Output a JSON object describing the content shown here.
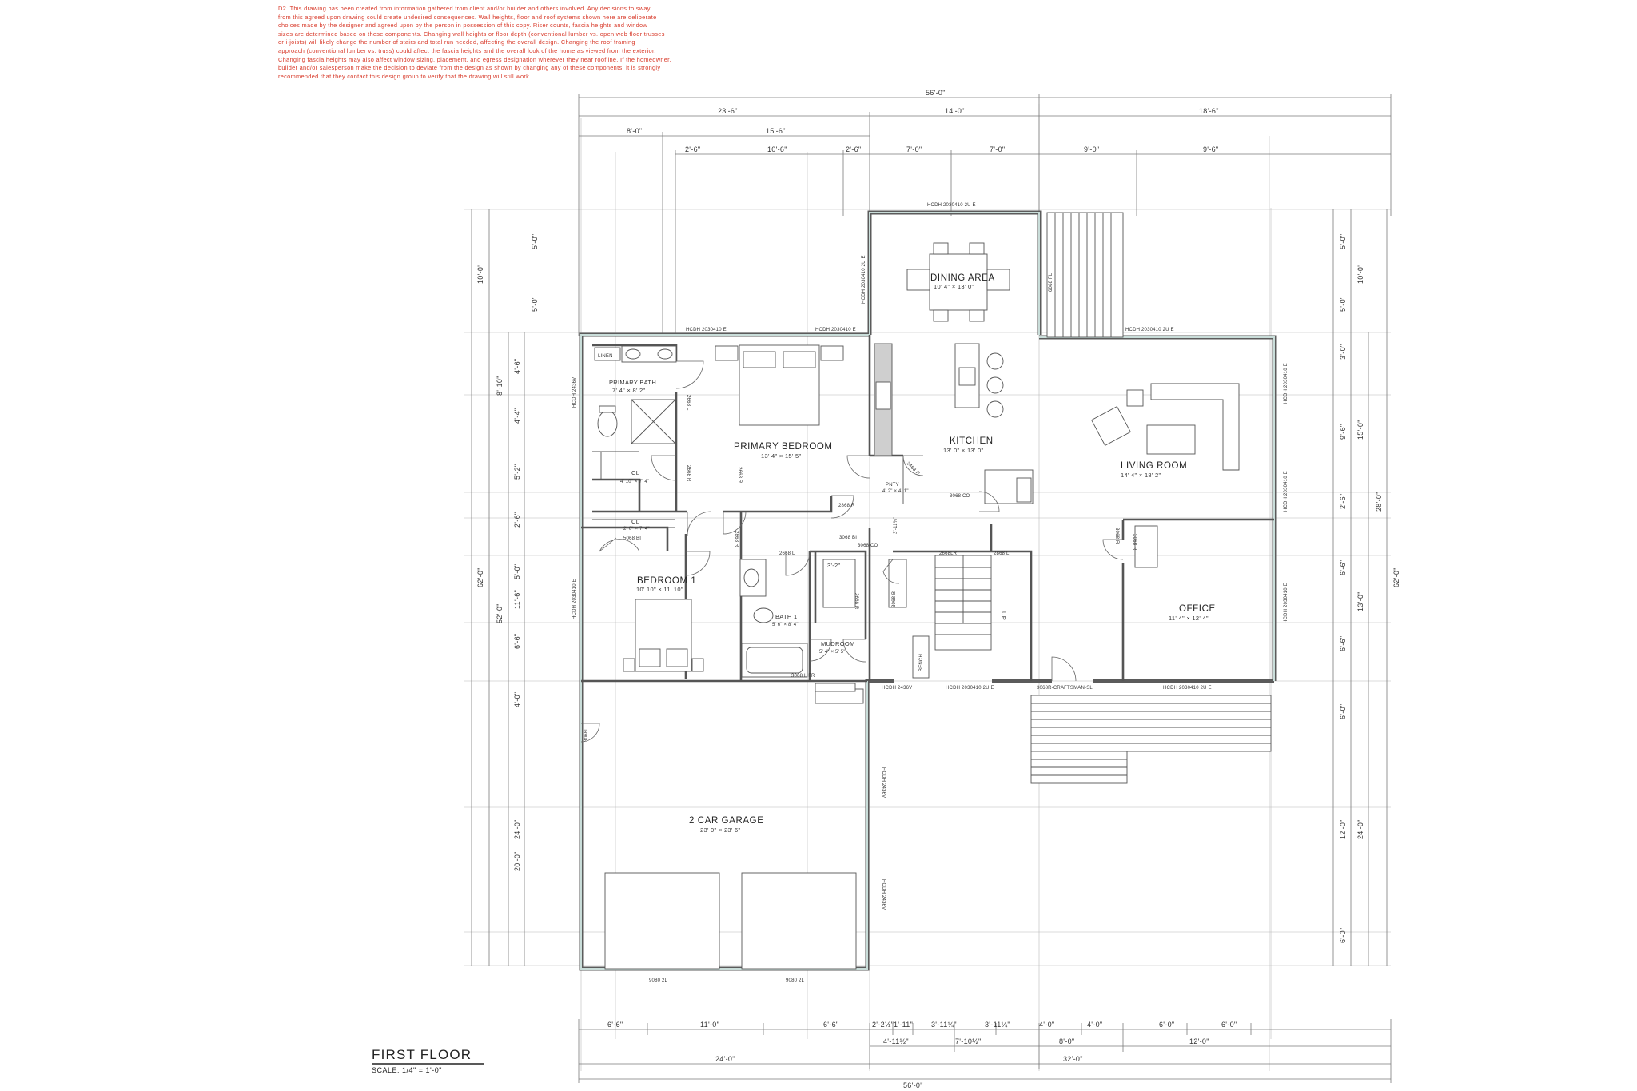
{
  "note": {
    "lines": [
      "D2. This drawing has been created from information gathered from client and/or builder and others involved. Any decisions to sway",
      "from this agreed upon drawing could create undesired consequences. Wall heights, floor and roof systems shown here are deliberate",
      "choices made by the designer and agreed upon by the person in possession of this copy. Riser counts, fascia heights and window",
      "sizes are determined based on these components. Changing wall heights or floor depth (conventional lumber vs. open web floor trusses",
      "or i-joists) will likely change the number of stairs and total run needed, affecting the overall design. Changing the roof framing",
      "approach (conventional lumber vs. truss) could affect the fascia heights and the overall look of the home as viewed from the exterior.",
      "Changing fascia heights may also affect window sizing, placement, and egress designation wherever they near roofline. If the homeowner,",
      "builder and/or salesperson make the decision to deviate from the design as shown by changing any of these components, it is strongly",
      "recommended that they contact this design group to verify that the drawing will still work."
    ]
  },
  "title": {
    "name": "FIRST FLOOR",
    "scale": "SCALE: 1/4\" = 1'-0\""
  },
  "rooms": {
    "dining": {
      "name": "DINING AREA",
      "size": "10' 4\" × 13' 0\""
    },
    "primary_bath": {
      "name": "PRIMARY BATH",
      "size": "7' 4\" × 8' 2\""
    },
    "primary_bedroom": {
      "name": "PRIMARY BEDROOM",
      "size": "13' 4\" × 15' 5\""
    },
    "kitchen": {
      "name": "KITCHEN",
      "size": "13' 0\" × 13' 0\""
    },
    "living": {
      "name": "LIVING ROOM",
      "size": "14' 4\" × 18' 2\""
    },
    "cl_primary": {
      "name": "CL",
      "size": "4' 10\" × 7' 4\""
    },
    "cl_bed1": {
      "name": "CL",
      "size": "2' 0\" × 7' 4\""
    },
    "pntry": {
      "name": "PNTY",
      "size": "4' 2\" × 4' 1\""
    },
    "bedroom1": {
      "name": "BEDROOM 1",
      "size": "10' 10\" × 11' 10\""
    },
    "bath1": {
      "name": "BATH 1",
      "size": "5' 6\" × 8' 4\""
    },
    "mudroom": {
      "name": "MUDROOM",
      "size": "5' 4\" × 5' 5\""
    },
    "office": {
      "name": "OFFICE",
      "size": "11' 4\" × 12' 4\""
    },
    "garage": {
      "name": "2 CAR GARAGE",
      "size": "23' 0\" × 23' 6\""
    },
    "linen": {
      "name": "LINEN"
    },
    "bench": {
      "name": "BENCH"
    },
    "up": {
      "name": "UP"
    }
  },
  "labels": {
    "kitchen_cased": "3'-11⅜\"",
    "hall_cased": "3'-2\""
  },
  "windows": {
    "dining_n": "HCDH 2030410 2U E",
    "dining_w": "HCDH 2030410 2U E",
    "dining_e": "6068 FL",
    "bed_n1": "HCDH 2030410 E",
    "bed_n2": "HCDH 2030410 E",
    "living_n": "HCDH 2030410 2U E",
    "living_e1": "HCDH 2030410 E",
    "living_e2": "HCDH 2030410 E",
    "office_e": "HCDH 2030410 E",
    "bath_w": "HCDH 2436V",
    "bed1_w": "HCDH 2030410 E",
    "stair_s": "HCDH 2030410 2U E",
    "office_s": "HCDH 2030410 2U E",
    "front_door": "3068R-CRAFTSMAN-SL",
    "mud_s": "HCDH 2436V",
    "garage_e1": "HCDH 2436V",
    "garage_e2": "HCDH 2436V",
    "garage_w": "3068L",
    "gd1": "9080 2L",
    "gd2": "9080 2L"
  },
  "doors": {
    "d1": "2668 L",
    "d2": "2668 R",
    "d3": "2868 R",
    "d4": "2468 R",
    "d5": "3068 CO",
    "d6": "2868 R",
    "d7": "3068 CO",
    "d8": "3068 B",
    "d9": "2668 L",
    "d10": "2668 R",
    "d11": "3068 R",
    "d12": "3068 L FR",
    "d13": "2668LR",
    "d14": "2868 L",
    "d15": "3068 R",
    "d16": "5068 BI",
    "d17": "2668 R",
    "d18": "3068 BI"
  },
  "dimensions": {
    "top": {
      "overall": "56'-0\"",
      "row1": [
        "23'-6\"",
        "14'-0\"",
        "18'-6\""
      ],
      "row2": [
        "8'-0\"",
        "15'-6\""
      ],
      "row3": [
        "2'-6\"",
        "10'-6\"",
        "2'-6\"",
        "7'-0\"",
        "7'-0\"",
        "9'-0\"",
        "9'-6\""
      ]
    },
    "bottom": {
      "row1": [
        "6'-6\"",
        "11'-0\"",
        "6'-6\"",
        "2'-2½\"",
        "1'-11\"",
        "3'-11¼\"",
        "3'-11¼\"",
        "4'-0\"",
        "4'-0\"",
        "6'-0\"",
        "6'-0\""
      ],
      "row2": [
        "4'-11½\"",
        "7'-10½\"",
        "8'-0\"",
        "12'-0\""
      ],
      "row3": [
        "24'-0\"",
        "32'-0\""
      ],
      "overall": "56'-0\""
    },
    "left": {
      "row1": [
        "5'-0\"",
        "5'-0\"",
        "4'-6\"",
        "4'-4\"",
        "5'-2\"",
        "2'-6\"",
        "5'-0\"",
        "6'-6\"",
        "4'-0\"",
        "20'-0\""
      ],
      "row2": [
        "10'-0\"",
        "8'-10\"",
        "11'-6\"",
        "24'-0\""
      ],
      "row3": [
        "52'-0\""
      ],
      "overall": "62'-0\""
    },
    "right": {
      "row1": [
        "5'-0\"",
        "5'-0\"",
        "3'-0\"",
        "9'-6\"",
        "2'-6\"",
        "6'-6\"",
        "6'-6\"",
        "6'-0\"",
        "12'-0\"",
        "6'-0\""
      ],
      "row2": [
        "10'-0\"",
        "15'-0\"",
        "13'-0\"",
        "24'-0\""
      ],
      "row3": [
        "28'-0\""
      ],
      "overall": "62'-0\""
    }
  }
}
